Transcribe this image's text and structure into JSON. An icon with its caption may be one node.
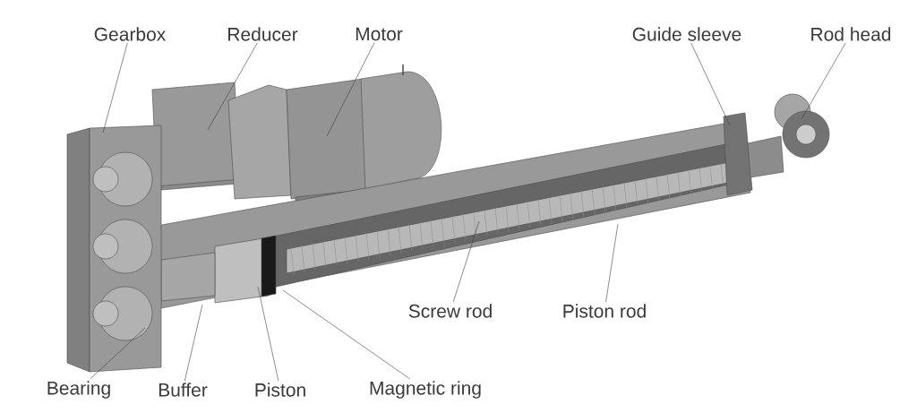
{
  "diagram": {
    "nodes": [
      {
        "text": [
          "Gearbox"
        ]
      },
      {
        "text": [
          "Reducer"
        ]
      },
      {
        "text": [
          "Motor"
        ]
      },
      {
        "text": [
          "Guide sleeve"
        ]
      },
      {
        "text": [
          "Rod head"
        ]
      },
      {
        "text": [
          "Screw rod"
        ]
      },
      {
        "text": [
          "Piston rod"
        ]
      },
      {
        "text": [
          "Bearing"
        ]
      },
      {
        "text": [
          "Buffer"
        ]
      },
      {
        "text": [
          "Piston"
        ]
      },
      {
        "text": [
          "Magnetic ring"
        ]
      }
    ],
    "edges": [
      {
        "from": 0,
        "to": null,
        "arrow": "none"
      },
      {
        "from": 1,
        "to": null,
        "arrow": "none"
      },
      {
        "from": 2,
        "to": null,
        "arrow": "none"
      },
      {
        "from": 3,
        "to": null,
        "arrow": "none"
      },
      {
        "from": 4,
        "to": null,
        "arrow": "none"
      },
      {
        "from": 5,
        "to": null,
        "arrow": "none"
      },
      {
        "from": 6,
        "to": null,
        "arrow": "none"
      },
      {
        "from": 7,
        "to": null,
        "arrow": "none"
      },
      {
        "from": 8,
        "to": null,
        "arrow": "none"
      },
      {
        "from": 9,
        "to": null,
        "arrow": "none"
      },
      {
        "from": 10,
        "to": null,
        "arrow": "none"
      }
    ]
  }
}
